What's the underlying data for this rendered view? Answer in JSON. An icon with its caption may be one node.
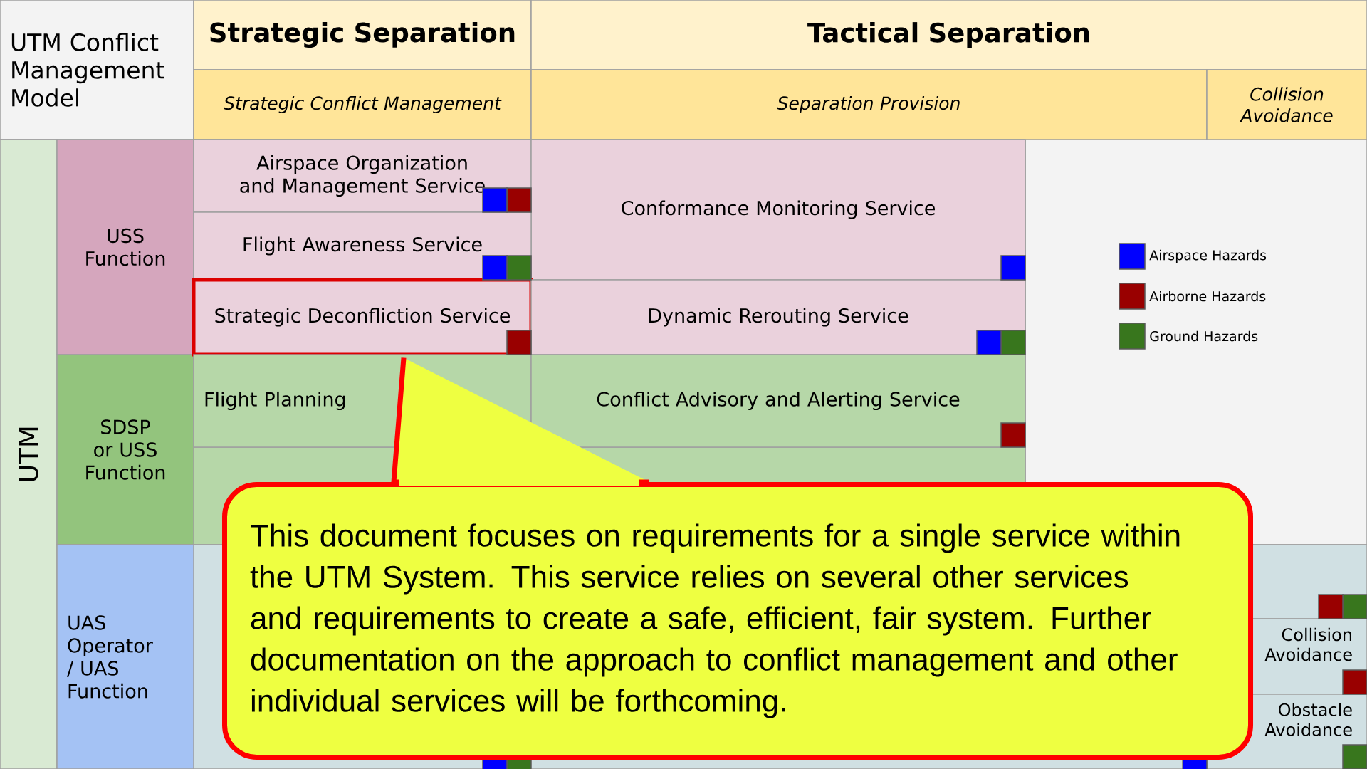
{
  "diagram": {
    "nodes": [
      {
        "text": [
          "UTM Conflict Management Model"
        ]
      },
      {
        "text": [
          "Strategic Separation"
        ]
      },
      {
        "text": [
          "Tactical Separation"
        ]
      },
      {
        "text": [
          "Strategic Conflict Management"
        ]
      },
      {
        "text": [
          "Separation Provision"
        ]
      },
      {
        "text": [
          "Collision Avoidance"
        ]
      },
      {
        "text": [
          "UTM"
        ]
      },
      {
        "text": [
          "USS Function"
        ]
      },
      {
        "text": [
          "SDSP or USS Function"
        ]
      },
      {
        "text": [
          "UAS Operator / UAS Function"
        ]
      },
      {
        "text": [
          "Airspace Organization and Management Service"
        ]
      },
      {
        "text": [
          "Conformance Monitoring Service"
        ]
      },
      {
        "text": [
          "Flight Awareness Service"
        ]
      },
      {
        "text": [
          "Strategic Deconfliction Service"
        ]
      },
      {
        "text": [
          "Dynamic Rerouting Service"
        ]
      },
      {
        "text": [
          "Flight Planning"
        ]
      },
      {
        "text": [
          "Conflict Advisory and Alerting Service"
        ]
      },
      {
        "text": [
          "Collision Avoidance"
        ]
      },
      {
        "text": [
          "Obstacle Avoidance"
        ]
      },
      {
        "text": [
          "This document focuses on requirements for a single service within the UTM System.  This service relies on several other services and requirements to create a safe, efficient, fair system.  Further documentation on the approach to conflict management and other individual services will be forthcoming."
        ]
      }
    ],
    "edges": [
      {
        "from": 19,
        "to": 13,
        "arrow": "none"
      }
    ],
    "legend": [
      {
        "text": "Airspace Hazards",
        "color": "#0000ff"
      },
      {
        "text": "Airborne Hazards",
        "color": "#990000"
      },
      {
        "text": "Ground Hazards",
        "color": "#38761d"
      }
    ]
  }
}
